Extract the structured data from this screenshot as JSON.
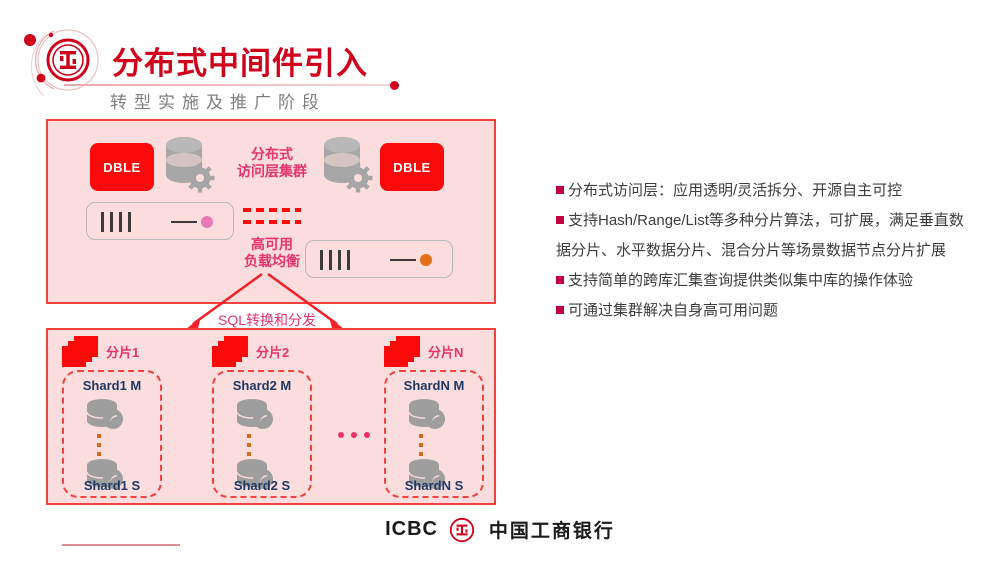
{
  "header": {
    "logo_icon": "icbc-emblem-icon",
    "title": "分布式中间件引入",
    "subtitle": "转型实施及推广阶段"
  },
  "top_panel": {
    "left_node": {
      "dble_label": "DBLE",
      "db_icon": "database-gear-icon",
      "server_icon": "server-rack-icon",
      "led_color": "#e87bb5"
    },
    "right_node": {
      "dble_label": "DBLE",
      "db_icon": "database-gear-icon",
      "server_icon": "server-rack-icon",
      "led_color": "#e2701b"
    },
    "cluster_label_line1": "分布式",
    "cluster_label_line2": "访问层集群",
    "ha_label_line1": "高可用",
    "ha_label_line2": "负载均衡"
  },
  "flow": {
    "arrow_label": "SQL转换和分发",
    "arrow_icon": "split-arrow-icon"
  },
  "bottom_panel": {
    "ellipsis": "...",
    "shards": [
      {
        "group_icon": "stacked-cards-icon",
        "group_label": "分片1",
        "master_label": "Shard1 M",
        "slave_label": "Shard1 S",
        "master_icon": "database-icon",
        "slave_icon": "database-icon"
      },
      {
        "group_icon": "stacked-cards-icon",
        "group_label": "分片2",
        "master_label": "Shard2 M",
        "slave_label": "Shard2 S",
        "master_icon": "database-icon",
        "slave_icon": "database-icon"
      },
      {
        "group_icon": "stacked-cards-icon",
        "group_label": "分片N",
        "master_label": "ShardN M",
        "slave_label": "ShardN S",
        "master_icon": "database-icon",
        "slave_icon": "database-icon"
      }
    ]
  },
  "bullets": [
    "分布式访问层：应用透明/灵活拆分、开源自主可控",
    "支持Hash/Range/List等多种分片算法，可扩展，满足垂直数据分片、水平数据分片、混合分片等场景数据节点分片扩展",
    "支持简单的跨库汇集查询提供类似集中库的操作体验",
    "可通过集群解决自身高可用问题"
  ],
  "footer": {
    "icbc_latin": "ICBC",
    "icbc_emblem_icon": "icbc-emblem-icon",
    "icbc_chinese": "中国工商银行"
  },
  "colors": {
    "brand_red": "#d0021b",
    "bright_red": "#fb0a0a",
    "panel_bg": "#fbdddd",
    "panel_border": "#f2413f",
    "label_pink": "#e8336d",
    "bullet_square": "#c0003c",
    "shard_text": "#1f3864"
  }
}
